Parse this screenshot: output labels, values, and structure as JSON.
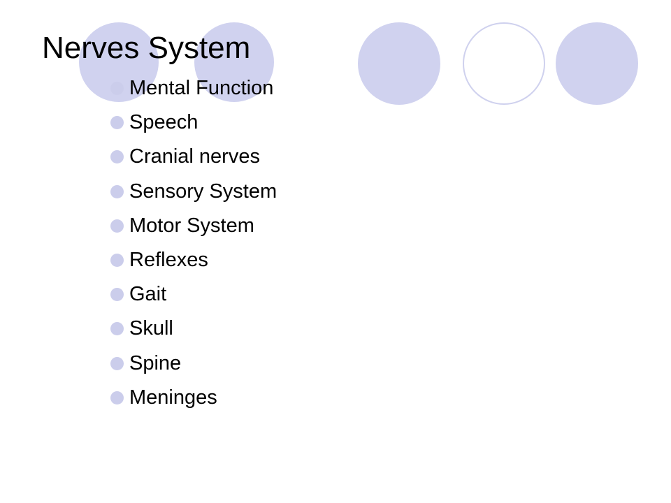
{
  "slide": {
    "title": "Nerves System",
    "bullets": [
      "Mental Function",
      "Speech",
      "Cranial nerves",
      "Sensory System",
      "Motor System",
      "Reflexes",
      "Gait",
      "Skull",
      "Spine",
      "Meninges"
    ]
  },
  "theme": {
    "circle_fill": "#d0d2ef",
    "circle_outline": "#cfd1ee",
    "bullet_color": "#cbcdeb",
    "text_color": "#000000",
    "background": "#ffffff"
  },
  "decorations": {
    "circles": [
      {
        "style": "filled"
      },
      {
        "style": "filled"
      },
      {
        "style": "filled"
      },
      {
        "style": "outline"
      },
      {
        "style": "filled"
      }
    ]
  }
}
